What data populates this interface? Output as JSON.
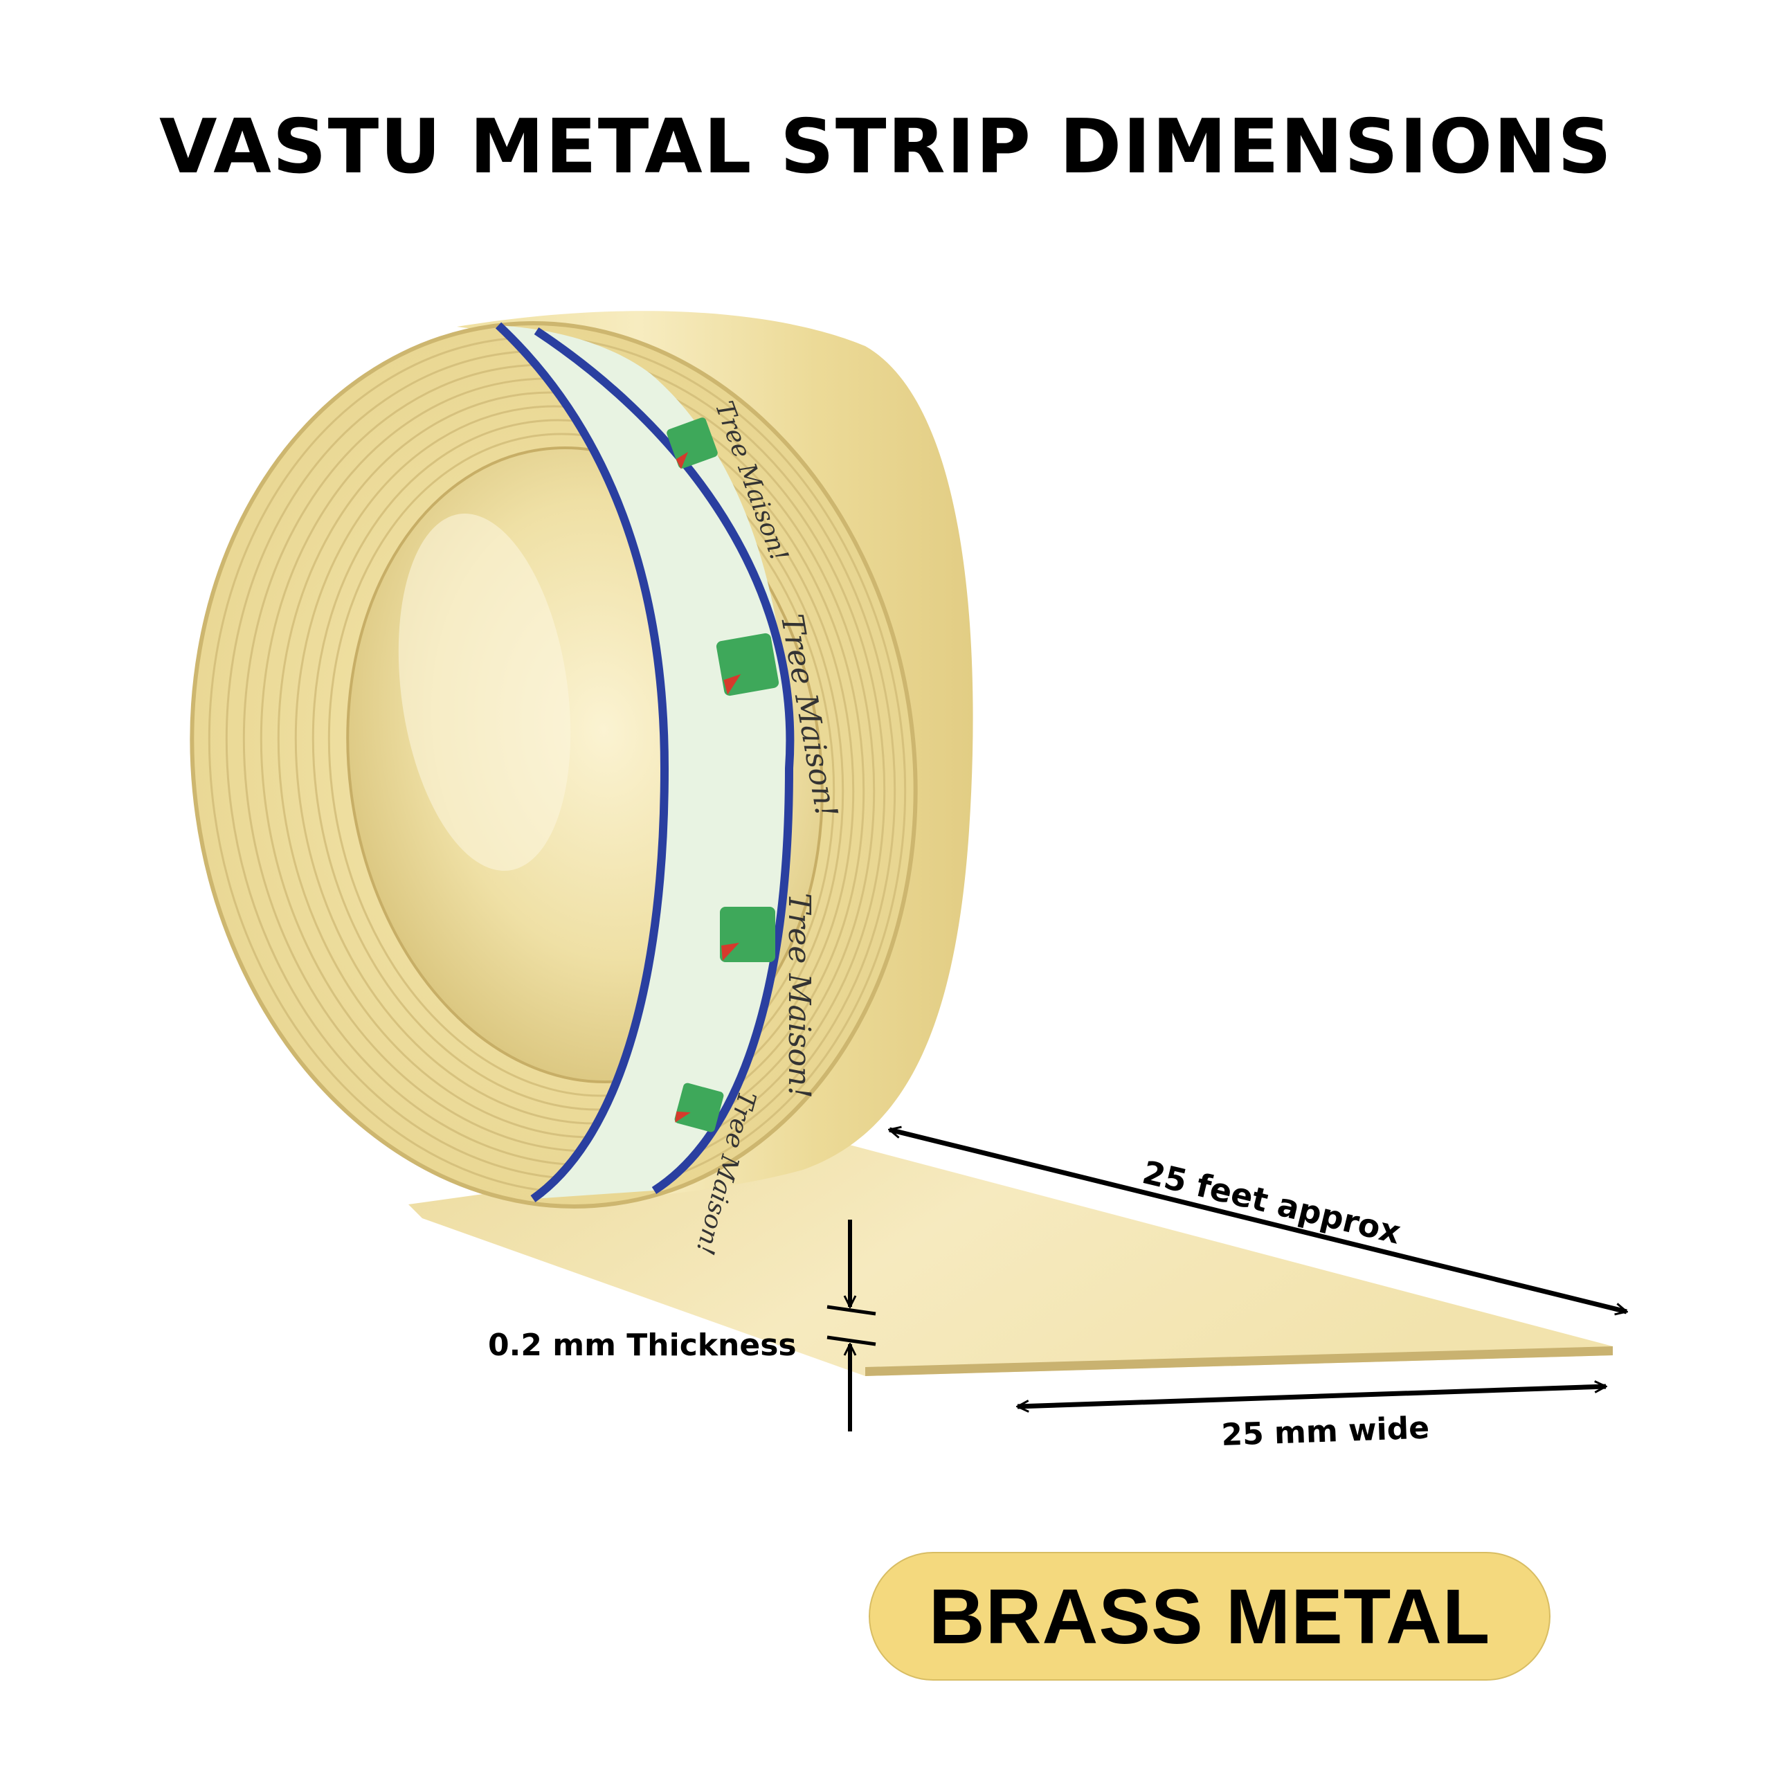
{
  "page": {
    "title": "VASTU METAL STRIP DIMENSIONS",
    "badge_label": "BRASS METAL"
  },
  "dimensions": {
    "length_label": "25 feet approx",
    "width_label": "25 mm wide",
    "thickness_label": "0.2 mm Thickness"
  },
  "label_band": {
    "brand_text": "Tree Maison!",
    "brand_icon": "shopping-bag-icon"
  },
  "colors": {
    "brass": "#f1e3a4",
    "badge": "#f4d97e",
    "label_band": "#e8f3e2",
    "band_edge": "#2a3fa0",
    "bag_green": "#3ea85a",
    "arrow_red": "#d63a2c"
  }
}
